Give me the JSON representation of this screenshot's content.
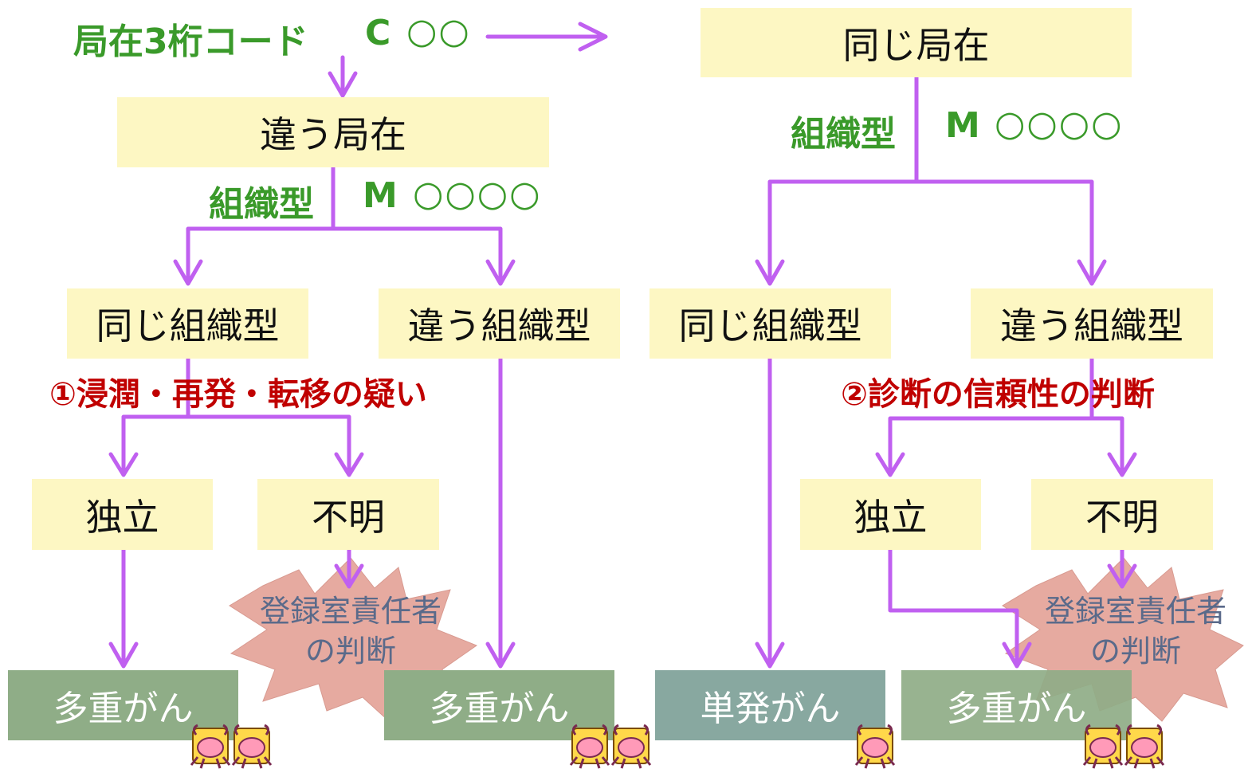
{
  "top": {
    "label": "局在3桁コード",
    "code_letter": "C",
    "code_circles": "○○"
  },
  "tissue": {
    "label": "組織型",
    "code_letter": "M",
    "code_circles": "○○○○"
  },
  "left": {
    "site": "違う局在",
    "same_type": "同じ組織型",
    "diff_type": "違う組織型",
    "note": "①浸潤・再発・転移の疑い",
    "independent": "独立",
    "unknown": "不明",
    "registrar_line1": "登録室責任者",
    "registrar_line2": "の判断",
    "result_a": "多重がん",
    "result_b": "多重がん"
  },
  "right": {
    "site": "同じ局在",
    "same_type": "同じ組織型",
    "diff_type": "違う組織型",
    "note": "②診断の信頼性の判断",
    "independent": "独立",
    "unknown": "不明",
    "registrar_line1": "登録室責任者",
    "registrar_line2": "の判断",
    "result_single": "単発がん",
    "result_multi": "多重がん"
  },
  "colors": {
    "arrow": "#c060f0",
    "box": "#fdf7c3",
    "green": "#3a9a2a",
    "red": "#c00000",
    "multi_fill": "#8fad87",
    "single_fill": "#88a8a0",
    "burst": "#e6aaa0"
  }
}
